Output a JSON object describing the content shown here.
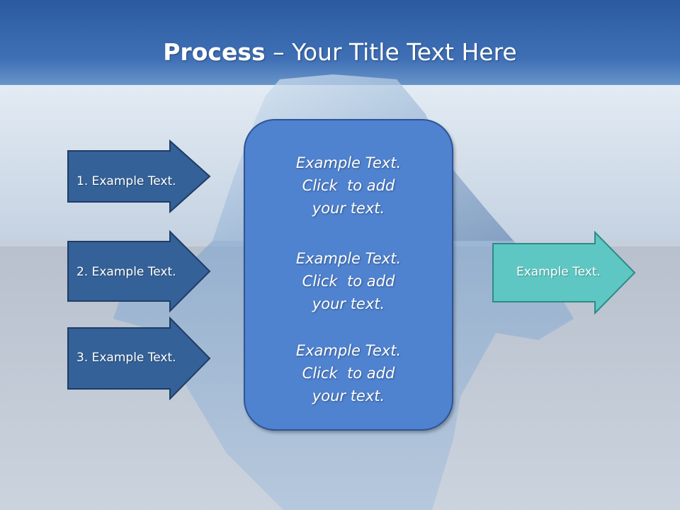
{
  "title": {
    "bold": "Process",
    "rest": " – Your Title Text Here"
  },
  "left_arrows": [
    {
      "label": "1. Example Text."
    },
    {
      "label": "2. Example Text."
    },
    {
      "label": "3. Example Text."
    }
  ],
  "center_box": {
    "blocks": [
      {
        "line1": "Example Text.",
        "line2": "Click  to add",
        "line3": "your text."
      },
      {
        "line1": "Example Text.",
        "line2": "Click  to add",
        "line3": "your text."
      },
      {
        "line1": "Example Text.",
        "line2": "Click  to add",
        "line3": "your text."
      }
    ]
  },
  "right_arrow": {
    "label": "Example Text."
  },
  "colors": {
    "left_arrow_fill": "#346197",
    "left_arrow_border": "#1f3c66",
    "center_box_fill": "#4f82cf",
    "right_arrow_fill": "#5ec7c3",
    "right_arrow_border": "#2f8a87",
    "title_band": "#2f5da3"
  }
}
